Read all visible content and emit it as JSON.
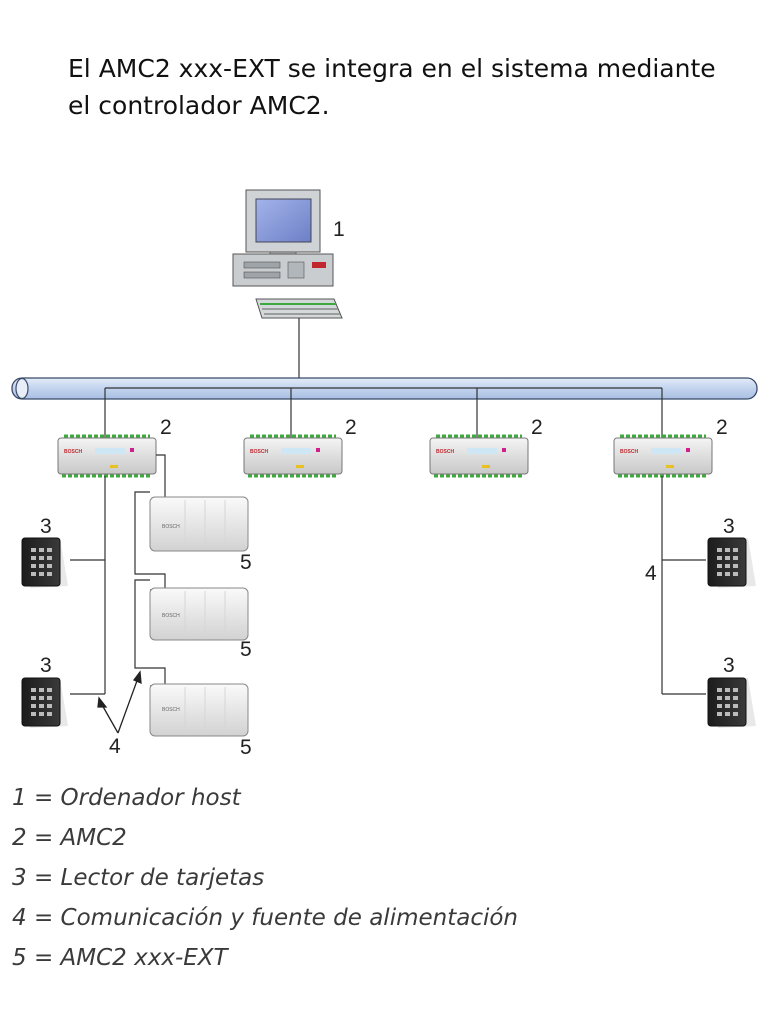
{
  "intro_text": "El AMC2 xxx-EXT se integra en el sistema mediante el controlador AMC2.",
  "labels": {
    "host": "1",
    "amc2": "2",
    "reader": "3",
    "comm": "4",
    "ext": "5"
  },
  "device_text": {
    "brand": "BOSCH"
  },
  "legend": [
    "1 = Ordenador host",
    "2 = AMC2",
    "3 = Lector de tarjetas",
    "4 = Comunicación y fuente de alimentación",
    "5 = AMC2 xxx-EXT"
  ],
  "colors": {
    "bus_fill": "#c9d9f0",
    "bus_stroke": "#3a4a6a",
    "wire": "#333333",
    "screen": "#8a9cd8",
    "module_green": "#3daa3d",
    "bosch_red": "#c0282e"
  }
}
